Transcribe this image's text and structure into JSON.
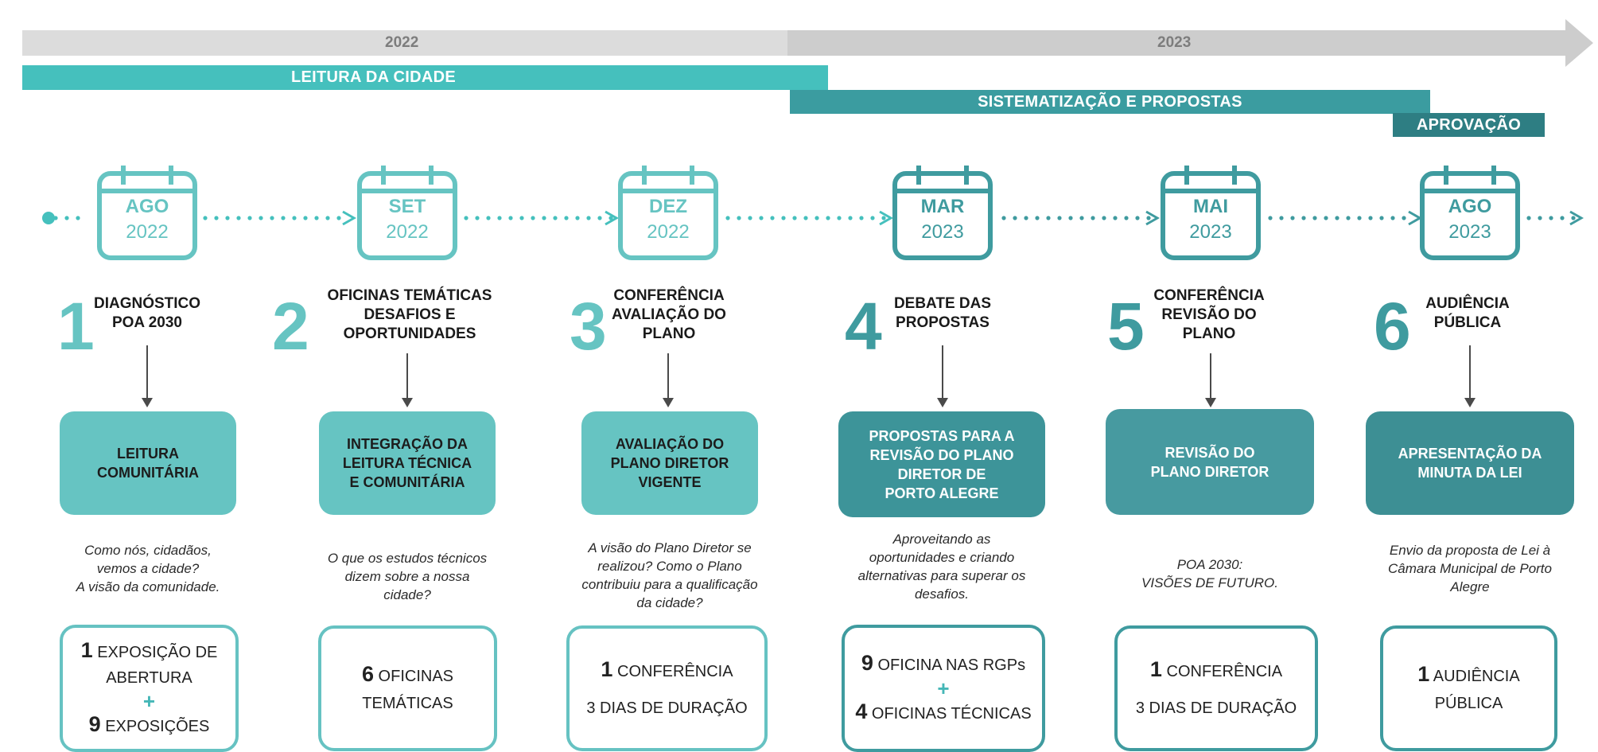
{
  "years": [
    "2022",
    "2023"
  ],
  "phases": {
    "leitura": "LEITURA DA CIDADE",
    "sistematizacao": "SISTEMATIZAÇÃO E PROPOSTAS",
    "aprovacao": "APROVAÇÃO"
  },
  "colors": {
    "teal_light": "#45c0bd",
    "teal_mid": "#3b9ca0",
    "teal_dark": "#2e7e83",
    "box_light": "#66c4c2",
    "box_dark": "#3d9499",
    "year_bar": "#dadada"
  },
  "icons": [
    "calendar-icon",
    "arrow-right-icon",
    "arrow-down-icon"
  ],
  "steps": [
    {
      "month": "AGO",
      "year": "2022",
      "number": "1",
      "title": "DIAGNÓSTICO\nPOA 2030",
      "box": "LEITURA\nCOMUNITÁRIA",
      "desc": "Como nós, cidadãos,\nvemos a cidade?\nA visão da comunidade.",
      "stat": [
        {
          "num": "1",
          "text": " EXPOSIÇÃO DE"
        },
        {
          "num": "",
          "text": "ABERTURA"
        },
        {
          "plus": "+"
        },
        {
          "num": "9",
          "text": " EXPOSIÇÕES"
        }
      ]
    },
    {
      "month": "SET",
      "year": "2022",
      "number": "2",
      "title": "OFICINAS TEMÁTICAS\nDESAFIOS E\nOPORTUNIDADES",
      "box": "INTEGRAÇÃO DA\nLEITURA TÉCNICA\nE COMUNITÁRIA",
      "desc": "O que os estudos técnicos\ndizem sobre a nossa\ncidade?",
      "stat": [
        {
          "num": "6",
          "text": " OFICINAS"
        },
        {
          "num": "",
          "text": "TEMÁTICAS"
        }
      ]
    },
    {
      "month": "DEZ",
      "year": "2022",
      "number": "3",
      "title": "CONFERÊNCIA\nAVALIAÇÃO DO\nPLANO",
      "box": "AVALIAÇÃO DO\nPLANO DIRETOR\nVIGENTE",
      "desc": "A visão do Plano Diretor se\nrealizou? Como o Plano\ncontribuiu para a qualificação\nda cidade?",
      "stat": [
        {
          "num": "1",
          "text": " CONFERÊNCIA"
        },
        {
          "num": "",
          "text": "3 DIAS DE DURAÇÃO"
        }
      ]
    },
    {
      "month": "MAR",
      "year": "2023",
      "number": "4",
      "title": "DEBATE DAS\nPROPOSTAS",
      "box": "PROPOSTAS PARA A\nREVISÃO DO PLANO\nDIRETOR DE\nPORTO ALEGRE",
      "desc": "Aproveitando as\noportunidades e criando\nalternativas para superar os\ndesafios.",
      "stat": [
        {
          "num": "9",
          "text": " OFICINA NAS RGPs"
        },
        {
          "plus": "+"
        },
        {
          "num": "4",
          "text": " OFICINAS TÉCNICAS"
        }
      ]
    },
    {
      "month": "MAI",
      "year": "2023",
      "number": "5",
      "title": "CONFERÊNCIA\nREVISÃO DO\nPLANO",
      "box": "REVISÃO DO\nPLANO DIRETOR",
      "desc": "POA 2030:\nVISÕES DE FUTURO.",
      "stat": [
        {
          "num": "1",
          "text": " CONFERÊNCIA"
        },
        {
          "num": "",
          "text": "3 DIAS DE DURAÇÃO"
        }
      ]
    },
    {
      "month": "AGO",
      "year": "2023",
      "number": "6",
      "title": "AUDIÊNCIA\nPÚBLICA",
      "box": "APRESENTAÇÃO DA\nMINUTA DA LEI",
      "desc": "Envio da proposta de Lei à\nCâmara Municipal de Porto\nAlegre",
      "stat": [
        {
          "num": "1",
          "text": " AUDIÊNCIA"
        },
        {
          "num": "",
          "text": "PÚBLICA"
        }
      ]
    }
  ]
}
